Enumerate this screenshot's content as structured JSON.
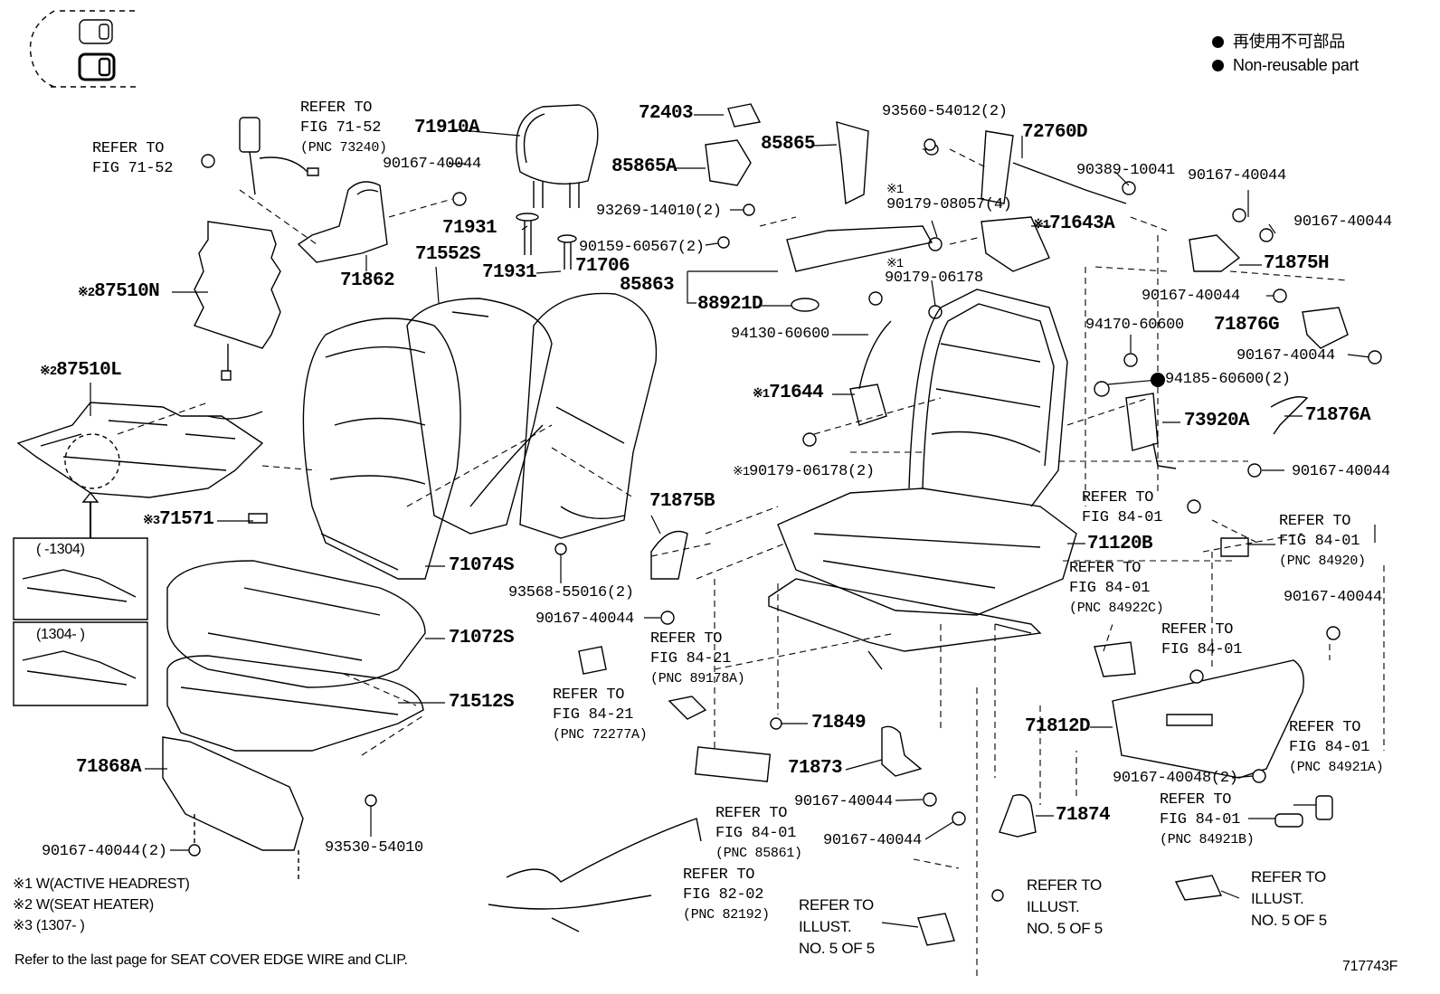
{
  "legend": {
    "non_reusable_jp": "再使用不可部品",
    "non_reusable_en": "Non-reusable part",
    "dot_color": "#000000"
  },
  "parts": {
    "p71910A": "71910A",
    "p90167_40044_a": "90167-40044",
    "p71931_a": "71931",
    "p71931_b": "71931",
    "p90159_60567": "90159-60567(2)",
    "p71706": "71706",
    "p71552S": "71552S",
    "p71862": "71862",
    "p87510N": "87510N",
    "p87510L": "87510L",
    "p71571": "71571",
    "p71074S": "71074S",
    "p71072S": "71072S",
    "p71512S": "71512S",
    "p71868A": "71868A",
    "p90167_40044_2": "90167-40044(2)",
    "p93530_54010": "93530-54010",
    "p72403": "72403",
    "p85865A": "85865A",
    "p85865": "85865",
    "p93269_14010": "93269-14010(2)",
    "p85863": "85863",
    "p88921D": "88921D",
    "p94130_60600": "94130-60600",
    "p93560_54012": "93560-54012(2)",
    "p72760D": "72760D",
    "p90389_10041": "90389-10041",
    "p90179_08057": "90179-08057(4)",
    "p71643A": "71643A",
    "p90179_06178": "90179-06178",
    "p71644": "71644",
    "p90179_06178_2": "90179-06178(2)",
    "p90167_40044_b": "90167-40044",
    "p90167_40044_c": "90167-40044",
    "p71875H": "71875H",
    "p90167_40044_d": "90167-40044",
    "p71876G": "71876G",
    "p90167_40044_e": "90167-40044",
    "p94170_60600": "94170-60600",
    "p94185_60600": "94185-60600(2)",
    "p73920A": "73920A",
    "p71876A": "71876A",
    "p90167_40044_f": "90167-40044",
    "p71120B": "71120B",
    "p71875B": "71875B",
    "p93568_55016": "93568-55016(2)",
    "p90167_40044_g": "90167-40044",
    "p71849": "71849",
    "p71873": "71873",
    "p90167_40044_h": "90167-40044",
    "p90167_40044_i": "90167-40044",
    "p71874": "71874",
    "p90167_40044_j": "90167-40044",
    "p71812D": "71812D",
    "p90167_40048": "90167-40048(2)"
  },
  "marks": {
    "m1": "※1",
    "m2": "※2",
    "m3": "※3"
  },
  "refers": {
    "r7152_a": {
      "l1": "REFER TO",
      "l2": "FIG 71-52",
      "pnc": "(PNC 73240)"
    },
    "r7152_b": {
      "l1": "REFER TO",
      "l2": "FIG 71-52"
    },
    "r8401_a": {
      "l1": "REFER TO",
      "l2": "FIG 84-01"
    },
    "r8401_b": {
      "l1": "REFER TO",
      "l2": "FIG 84-01",
      "pnc": "(PNC 84920)"
    },
    "r8401_c": {
      "l1": "REFER TO",
      "l2": "FIG 84-01",
      "pnc": "(PNC 84922C)"
    },
    "r8401_d": {
      "l1": "REFER TO",
      "l2": "FIG 84-01"
    },
    "r8421_a": {
      "l1": "REFER TO",
      "l2": "FIG 84-21",
      "pnc": "(PNC 89178A)"
    },
    "r8421_b": {
      "l1": "REFER TO",
      "l2": "FIG 84-21",
      "pnc": "(PNC 72277A)"
    },
    "r8401_e": {
      "l1": "REFER TO",
      "l2": "FIG 84-01",
      "pnc": "(PNC 84921A)"
    },
    "r8401_f": {
      "l1": "REFER TO",
      "l2": "FIG 84-01",
      "pnc": "(PNC 85861)"
    },
    "r8401_g": {
      "l1": "REFER TO",
      "l2": "FIG 84-01",
      "pnc": "(PNC 84921B)"
    },
    "r8202": {
      "l1": "REFER TO",
      "l2": "FIG 82-02",
      "pnc": "(PNC 82192)"
    }
  },
  "illusts": {
    "i1": {
      "l1": "REFER TO",
      "l2": "ILLUST.",
      "l3": "NO. 5 OF 5"
    },
    "i2": {
      "l1": "REFER TO",
      "l2": "ILLUST.",
      "l3": "NO. 5 OF 5"
    },
    "i3": {
      "l1": "REFER TO",
      "l2": "ILLUST.",
      "l3": "NO. 5 OF 5"
    }
  },
  "inset": {
    "top": "(        -1304)",
    "bottom": "(1304-        )"
  },
  "notes": {
    "n1": "※1 W(ACTIVE HEADREST)",
    "n2": "※2 W(SEAT HEATER)",
    "n3": "※3 (1307-       )",
    "footer": "Refer to the last page for SEAT COVER EDGE WIRE and CLIP."
  },
  "figure_id": "717743F"
}
